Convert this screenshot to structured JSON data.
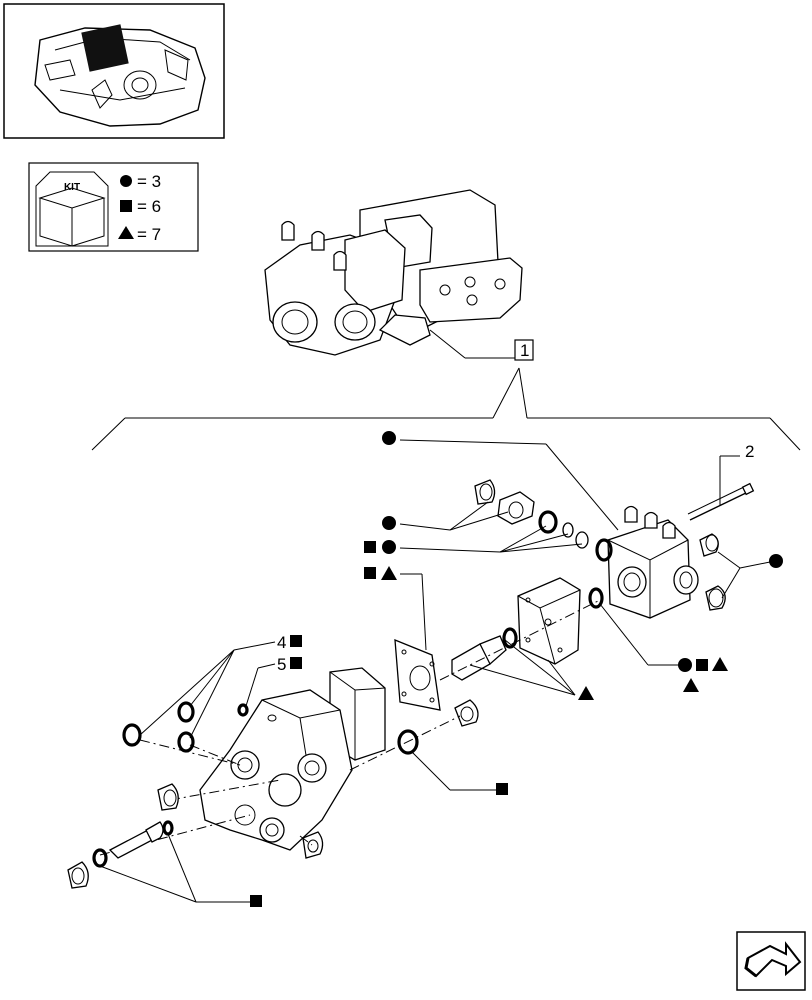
{
  "kit_legend": {
    "title": "KIT",
    "rows": [
      {
        "symbol": "circle",
        "text": "= 3"
      },
      {
        "symbol": "square",
        "text": "= 6"
      },
      {
        "symbol": "triangle",
        "text": "= 7"
      }
    ]
  },
  "callouts": {
    "assembly": "1",
    "bolt": "2",
    "item4": "4",
    "item5": "5"
  },
  "navigation": {
    "next_icon": "arrow-next-page-icon"
  }
}
